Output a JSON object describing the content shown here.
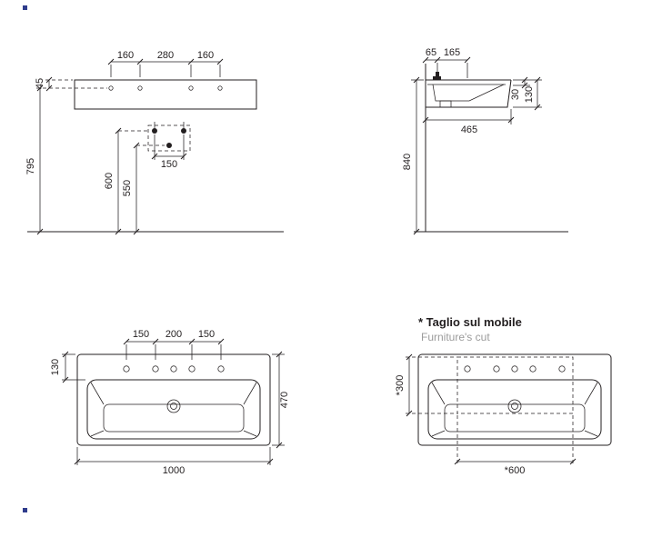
{
  "meta": {
    "background": "#ffffff",
    "line_color": "#231f20",
    "muted_text_color": "#9b9b9b",
    "accent_mark_color": "#2f3c8c"
  },
  "front_view": {
    "dims": {
      "holes_left": "160",
      "holes_center": "280",
      "holes_right": "160",
      "rim_to_holes": "45",
      "floor_to_rim": "795",
      "supply_height": "600",
      "drain_height": "550",
      "supply_spacing": "150"
    }
  },
  "side_view": {
    "dims": {
      "wall_to_hole": "65",
      "hole_to_front": "165",
      "rim_thickness": "30",
      "body_height": "130",
      "depth": "465",
      "floor_to_top": "840"
    }
  },
  "plan_view": {
    "dims": {
      "holes_left": "150",
      "holes_center": "200",
      "holes_right": "150",
      "back_ledge": "130",
      "depth": "470",
      "width": "1000"
    }
  },
  "cut_view": {
    "title": "* Taglio sul mobile",
    "subtitle": "Furniture's cut",
    "dims": {
      "cut_depth": "*300",
      "cut_width": "*600"
    }
  }
}
